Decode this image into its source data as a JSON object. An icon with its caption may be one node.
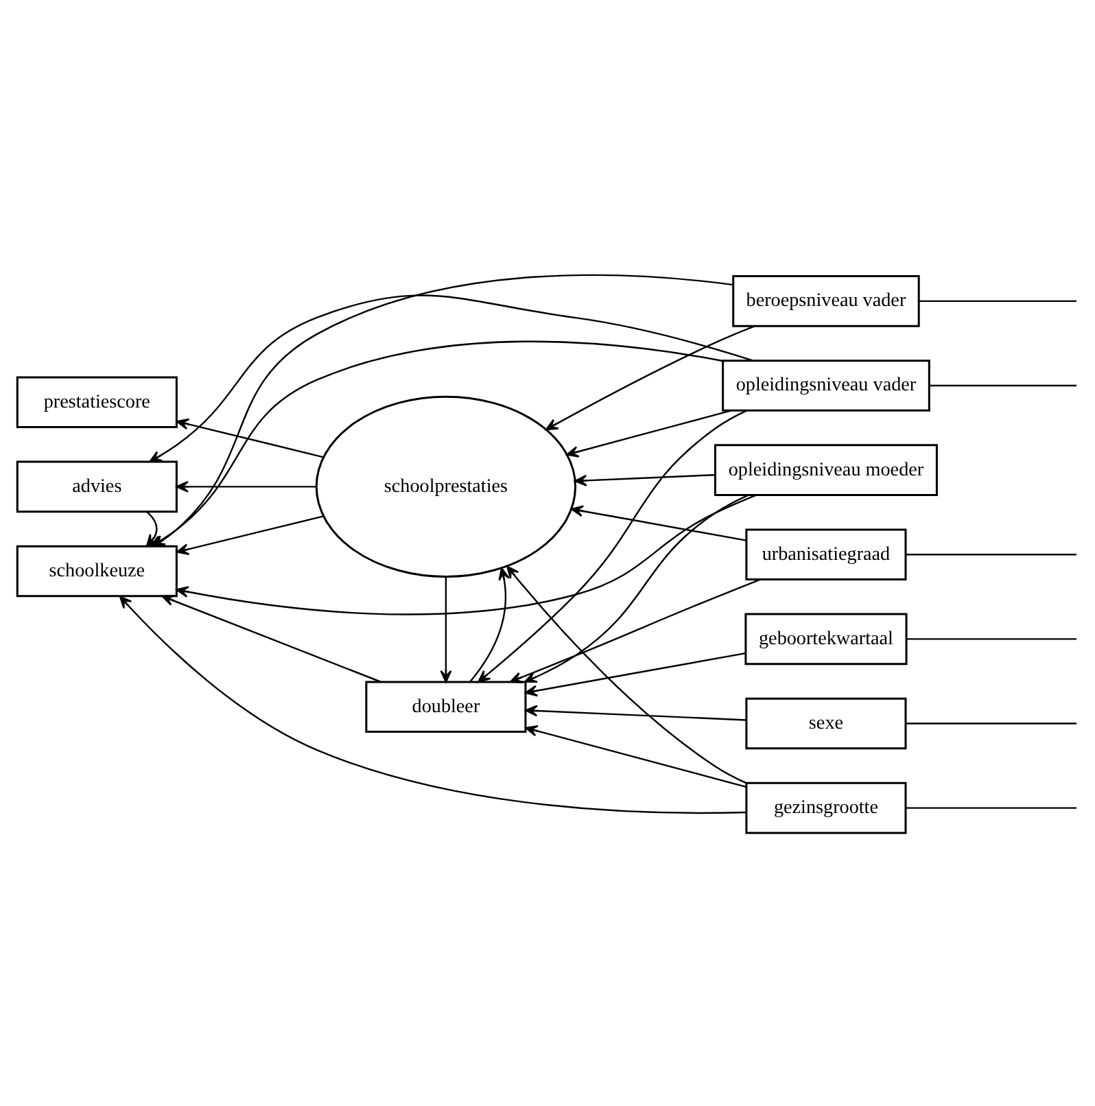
{
  "diagram": {
    "nodes": [
      {
        "text": [
          "prestatiescore"
        ]
      },
      {
        "text": [
          "advies"
        ]
      },
      {
        "text": [
          "schoolprestaties"
        ]
      },
      {
        "text": [
          "schoolkeuze"
        ]
      },
      {
        "text": [
          "doubleer"
        ]
      },
      {
        "text": [
          "beroepsniveau vader"
        ]
      },
      {
        "text": [
          "opleidingsniveau vader"
        ]
      },
      {
        "text": [
          "opleidingsniveau moeder"
        ]
      },
      {
        "text": [
          "urbanisatiegraad"
        ]
      },
      {
        "text": [
          "geboortekwartaal"
        ]
      },
      {
        "text": [
          "sexe"
        ]
      },
      {
        "text": [
          "gezinsgrootte"
        ]
      }
    ],
    "edges": [
      {
        "from": 2,
        "to": 0,
        "arrow": "to"
      },
      {
        "from": 2,
        "to": 1,
        "arrow": "to"
      },
      {
        "from": 1,
        "to": 3,
        "arrow": "to"
      },
      {
        "from": 2,
        "to": 3,
        "arrow": "to"
      },
      {
        "from": 2,
        "to": 4,
        "arrow": "to"
      },
      {
        "from": 4,
        "to": 2,
        "arrow": "to"
      },
      {
        "from": 4,
        "to": 3,
        "arrow": "to"
      },
      {
        "from": 5,
        "to": 2,
        "arrow": "to"
      },
      {
        "from": 5,
        "to": 3,
        "arrow": "to"
      },
      {
        "from": 6,
        "to": 2,
        "arrow": "to"
      },
      {
        "from": 6,
        "to": 1,
        "arrow": "to"
      },
      {
        "from": 6,
        "to": 4,
        "arrow": "to"
      },
      {
        "from": 6,
        "to": 3,
        "arrow": "to"
      },
      {
        "from": 7,
        "to": 2,
        "arrow": "to"
      },
      {
        "from": 7,
        "to": 4,
        "arrow": "to"
      },
      {
        "from": 7,
        "to": 3,
        "arrow": "to"
      },
      {
        "from": 8,
        "to": 4,
        "arrow": "to"
      },
      {
        "from": 8,
        "to": 2,
        "arrow": "to"
      },
      {
        "from": 9,
        "to": 4,
        "arrow": "to"
      },
      {
        "from": 10,
        "to": 4,
        "arrow": "to"
      },
      {
        "from": 11,
        "to": 2,
        "arrow": "to"
      },
      {
        "from": 11,
        "to": 4,
        "arrow": "to"
      },
      {
        "from": 11,
        "to": 3,
        "arrow": "to"
      },
      {
        "from": 5,
        "to": null,
        "arrow": "none"
      },
      {
        "from": 6,
        "to": null,
        "arrow": "none"
      },
      {
        "from": 8,
        "to": null,
        "arrow": "none"
      },
      {
        "from": 9,
        "to": null,
        "arrow": "none"
      },
      {
        "from": 10,
        "to": null,
        "arrow": "none"
      },
      {
        "from": 11,
        "to": null,
        "arrow": "none"
      }
    ]
  }
}
